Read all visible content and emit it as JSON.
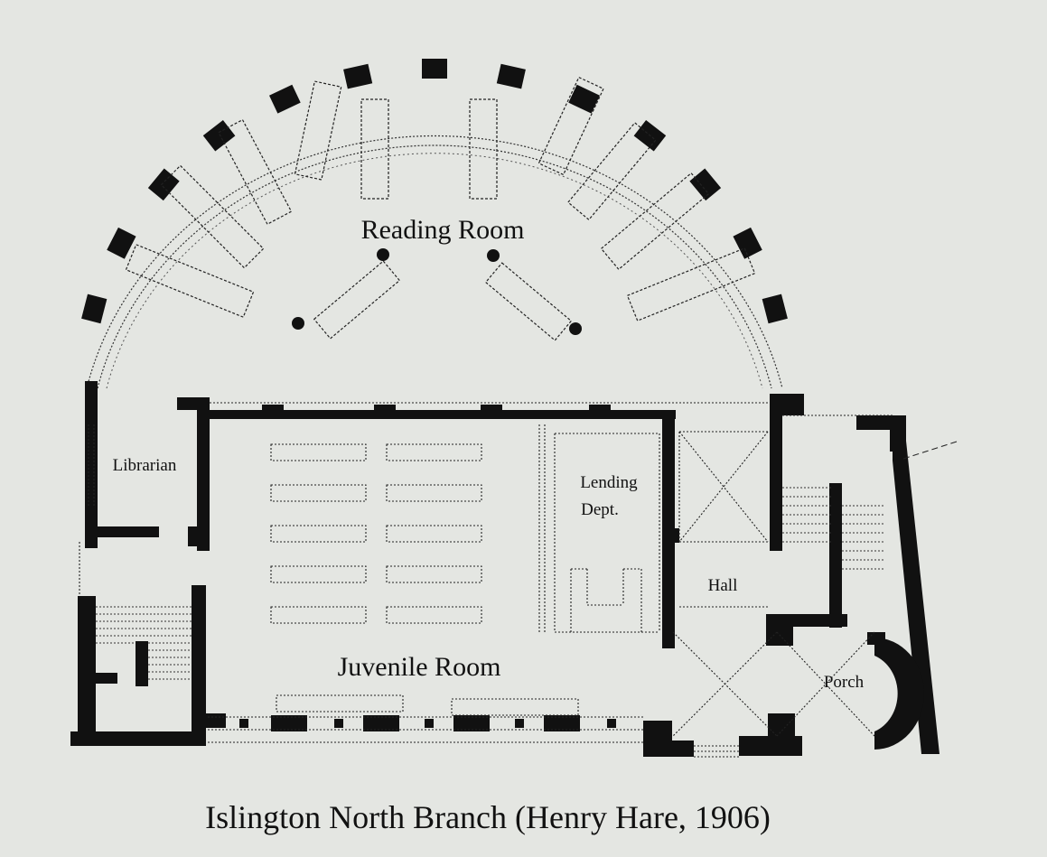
{
  "labels": {
    "reading_room": "Reading Room",
    "librarian": "Librarian",
    "lending_line1": "Lending",
    "lending_line2": "Dept.",
    "hall": "Hall",
    "juvenile_room": "Juvenile Room",
    "porch": "Porch"
  },
  "caption": "Islington North Branch (Henry Hare, 1906)"
}
